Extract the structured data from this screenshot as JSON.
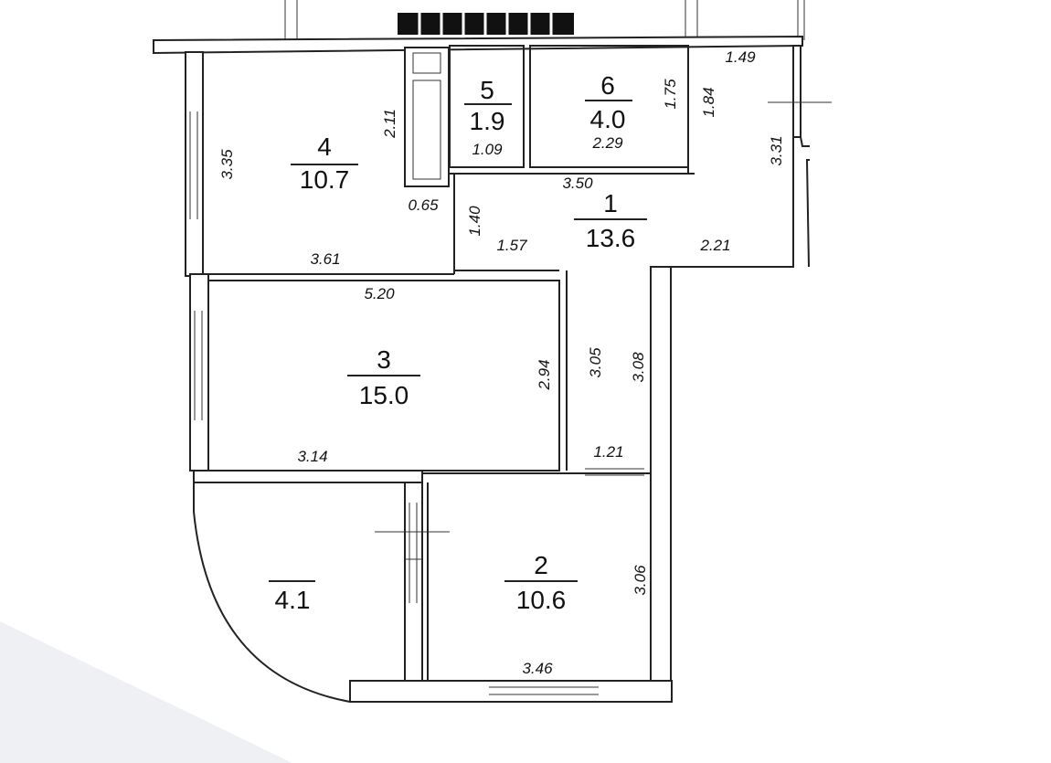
{
  "rooms": [
    {
      "number": "1",
      "area": "13.6"
    },
    {
      "number": "2",
      "area": "10.6"
    },
    {
      "number": "3",
      "area": "15.0"
    },
    {
      "number": "4",
      "area": "10.7"
    },
    {
      "number": "5",
      "area": "1.9"
    },
    {
      "number": "6",
      "area": "4.0"
    },
    {
      "number": "",
      "area": "4.1"
    }
  ],
  "dimensions": [
    "3.35",
    "2.11",
    "3.61",
    "0.65",
    "1.09",
    "2.29",
    "1.75",
    "1.84",
    "1.49",
    "3.31",
    "3.50",
    "1.40",
    "1.57",
    "2.21",
    "5.20",
    "2.94",
    "3.05",
    "3.08",
    "3.14",
    "1.21",
    "3.06",
    "3.46"
  ]
}
